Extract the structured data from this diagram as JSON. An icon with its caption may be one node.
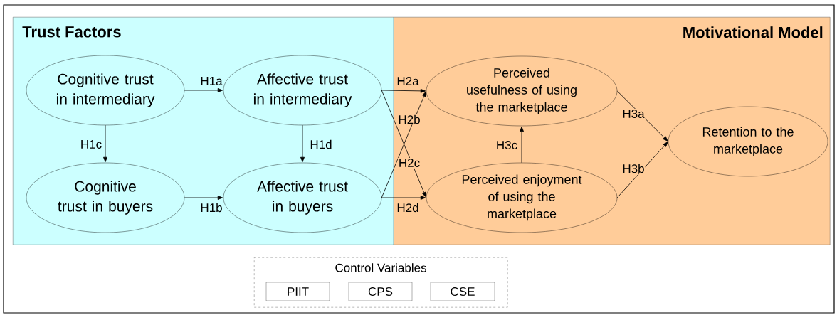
{
  "diagram": {
    "nodes": [
      {
        "text": [
          "Trust Factors"
        ]
      },
      {
        "text": [
          "Motivational Model"
        ]
      },
      {
        "text": [
          "Cognitive trust in intermediary"
        ],
        "in": 0
      },
      {
        "text": [
          "Affective trust in intermediary"
        ],
        "in": 0
      },
      {
        "text": [
          "Cognitive trust in buyers"
        ],
        "in": 0
      },
      {
        "text": [
          "Affective trust in buyers"
        ],
        "in": 0
      },
      {
        "text": [
          "Perceived usefulness of using the marketplace"
        ],
        "in": 1
      },
      {
        "text": [
          "Perceived enjoyment of using the marketplace"
        ],
        "in": 1
      },
      {
        "text": [
          "Retention to the marketplace"
        ],
        "in": 1
      },
      {
        "text": [
          "Control Variables"
        ]
      },
      {
        "text": [
          "PIIT"
        ],
        "in": 9
      },
      {
        "text": [
          "CPS"
        ],
        "in": 9
      },
      {
        "text": [
          "CSE"
        ],
        "in": 9
      }
    ],
    "edges": [
      {
        "from": 2,
        "to": 3,
        "arrow": "to",
        "label": "H1a"
      },
      {
        "from": 4,
        "to": 5,
        "arrow": "to",
        "label": "H1b"
      },
      {
        "from": 2,
        "to": 4,
        "arrow": "to",
        "label": "H1c"
      },
      {
        "from": 3,
        "to": 5,
        "arrow": "to",
        "label": "H1d"
      },
      {
        "from": 3,
        "to": 6,
        "arrow": "to",
        "label": "H2a"
      },
      {
        "from": 5,
        "to": 6,
        "arrow": "to",
        "label": "H2b"
      },
      {
        "from": 3,
        "to": 7,
        "arrow": "to",
        "label": "H2c"
      },
      {
        "from": 5,
        "to": 7,
        "arrow": "to",
        "label": "H2d"
      },
      {
        "from": 6,
        "to": 8,
        "arrow": "to",
        "label": "H3a"
      },
      {
        "from": 7,
        "to": 8,
        "arrow": "to",
        "label": "H3b"
      },
      {
        "from": 7,
        "to": 6,
        "arrow": "to",
        "label": "H3c"
      }
    ]
  }
}
